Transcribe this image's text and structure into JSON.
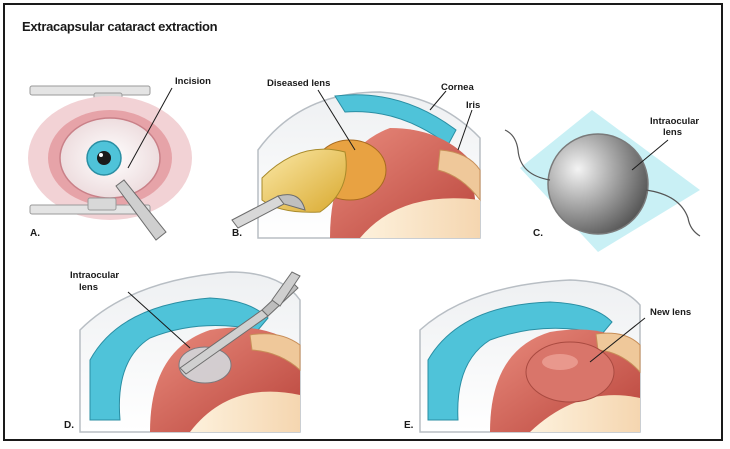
{
  "title": "Extracapsular cataract extraction",
  "panels": {
    "a": {
      "letter": "A.",
      "labels": {
        "incision": "Incision"
      }
    },
    "b": {
      "letter": "B.",
      "labels": {
        "diseased_lens": "Diseased lens",
        "cornea": "Cornea",
        "iris": "Iris"
      }
    },
    "c": {
      "letter": "C.",
      "labels": {
        "iol_line1": "Intraocular",
        "iol_line2": "lens"
      }
    },
    "d": {
      "letter": "D.",
      "labels": {
        "iol_line1": "Intraocular",
        "iol_line2": "lens"
      }
    },
    "e": {
      "letter": "E.",
      "labels": {
        "new_lens": "New lens"
      }
    }
  },
  "colors": {
    "cornea_blue": "#4fc3d9",
    "lens_yellow": "#e8c24a",
    "iris_tan": "#efc89a",
    "tissue_red": "#c9544a",
    "lid_pink": "#e6a3a8",
    "iol_backdrop": "#c9f0f5"
  }
}
